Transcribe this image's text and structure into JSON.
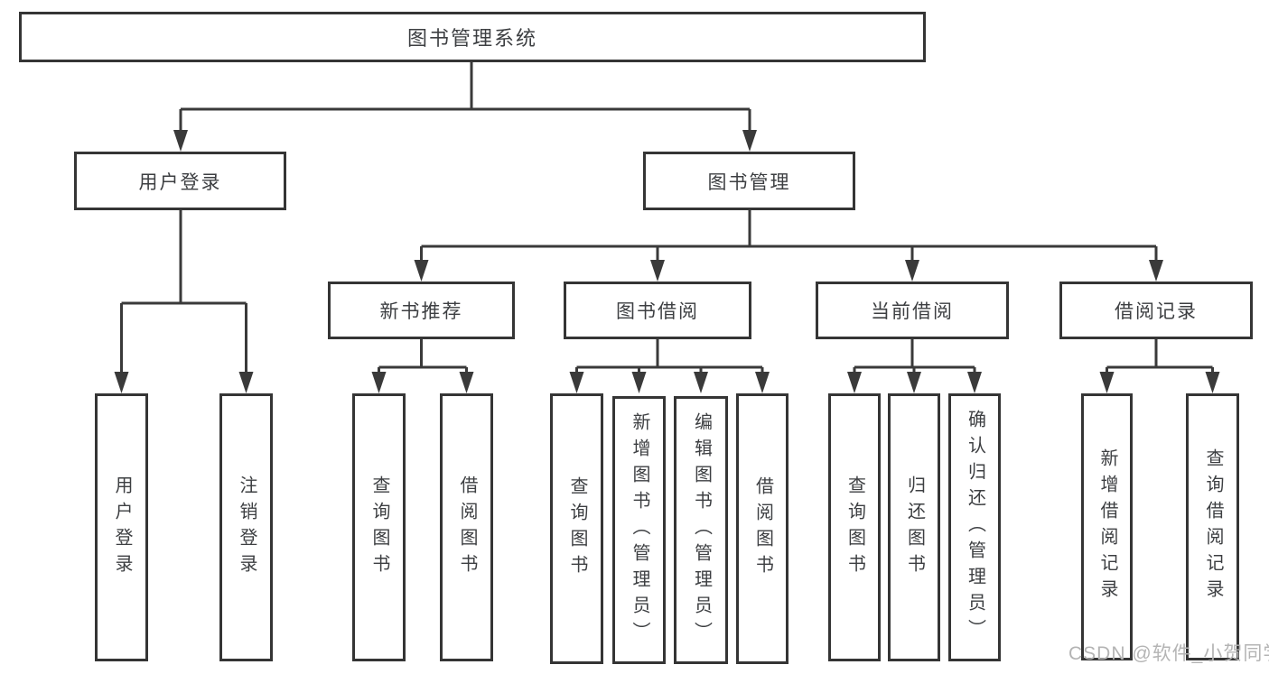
{
  "colors": {
    "line": "#3a3a3a",
    "box_border": "#353535",
    "box_background": "#ffffff",
    "text": "#3d3f42",
    "watermark": "#b4b4b4",
    "page_background": "#ffffff"
  },
  "watermark": {
    "text": "CSDN @软件_小贺同学"
  },
  "tree": {
    "label": "图书管理系统",
    "children": [
      {
        "label": "用户登录",
        "children": [
          {
            "label": "用户登录"
          },
          {
            "label": "注销登录"
          }
        ]
      },
      {
        "label": "图书管理",
        "children": [
          {
            "label": "新书推荐",
            "children": [
              {
                "label": "查询图书"
              },
              {
                "label": "借阅图书"
              }
            ]
          },
          {
            "label": "图书借阅",
            "children": [
              {
                "label": "查询图书"
              },
              {
                "label": "新增图书（管理员）"
              },
              {
                "label": "编辑图书（管理员）"
              },
              {
                "label": "借阅图书"
              }
            ]
          },
          {
            "label": "当前借阅",
            "children": [
              {
                "label": "查询图书"
              },
              {
                "label": "归还图书"
              },
              {
                "label": "确认归还（管理员）"
              }
            ]
          },
          {
            "label": "借阅记录",
            "children": [
              {
                "label": "新增借阅记录"
              },
              {
                "label": "查询借阅记录"
              }
            ]
          }
        ]
      }
    ]
  }
}
